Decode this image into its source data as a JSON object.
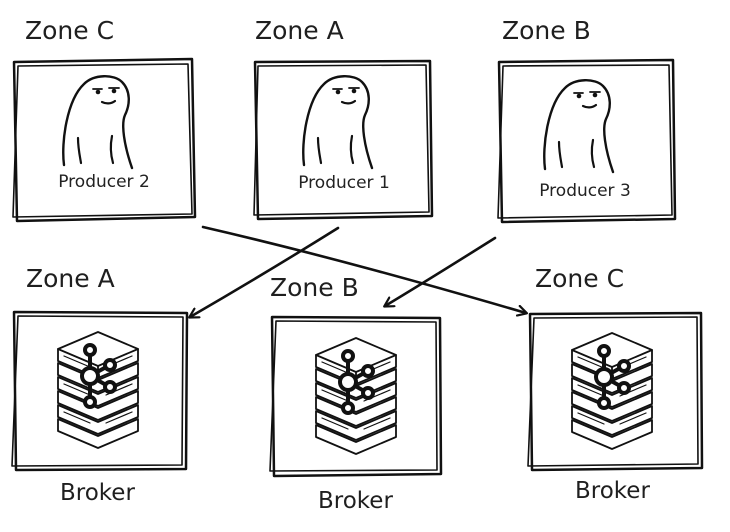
{
  "producers": [
    {
      "zone": "Zone C",
      "name": "Producer 2",
      "icon": "person-sketch-icon"
    },
    {
      "zone": "Zone A",
      "name": "Producer 1",
      "icon": "person-sketch-icon"
    },
    {
      "zone": "Zone B",
      "name": "Producer 3",
      "icon": "person-sketch-icon"
    }
  ],
  "brokers": [
    {
      "zone": "Zone A",
      "name": "Broker",
      "icon": "kafka-server-icon"
    },
    {
      "zone": "Zone B",
      "name": "Broker",
      "icon": "kafka-server-icon"
    },
    {
      "zone": "Zone C",
      "name": "Broker",
      "icon": "kafka-server-icon"
    }
  ],
  "connections": [
    {
      "from": "Producer 2",
      "to": "Broker (Zone C)"
    },
    {
      "from": "Producer 1",
      "to": "Broker (Zone A)"
    },
    {
      "from": "Producer 3",
      "to": "Broker (Zone B)"
    }
  ],
  "colors": {
    "stroke": "#111111",
    "background": "#ffffff"
  }
}
